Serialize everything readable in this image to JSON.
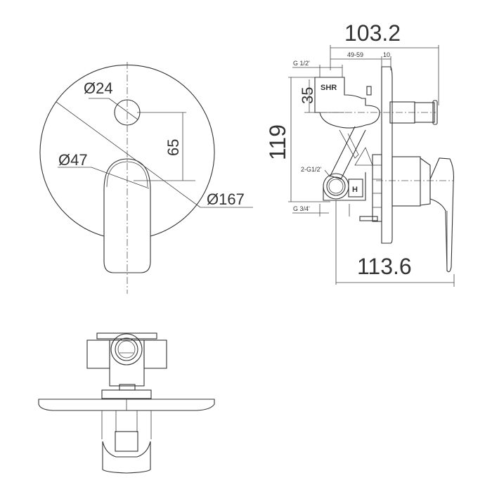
{
  "drawing": {
    "front_view": {
      "dim_small_hole": "Ø24",
      "dim_handle": "Ø47",
      "dim_plate": "Ø167",
      "dim_offset": "65"
    },
    "side_view": {
      "dim_total_depth": "103.2",
      "dim_wall_depth": "49-59",
      "dim_plate_thickness": "10",
      "dim_height": "119",
      "dim_outlet_offset": "35",
      "dim_projection": "113.6",
      "label_outlet_thread": "G 1/2'",
      "label_inlet_thread": "G 3/4'",
      "label_side_thread": "2-G1/2'",
      "label_shower": "SHR",
      "label_hot": "H"
    }
  }
}
